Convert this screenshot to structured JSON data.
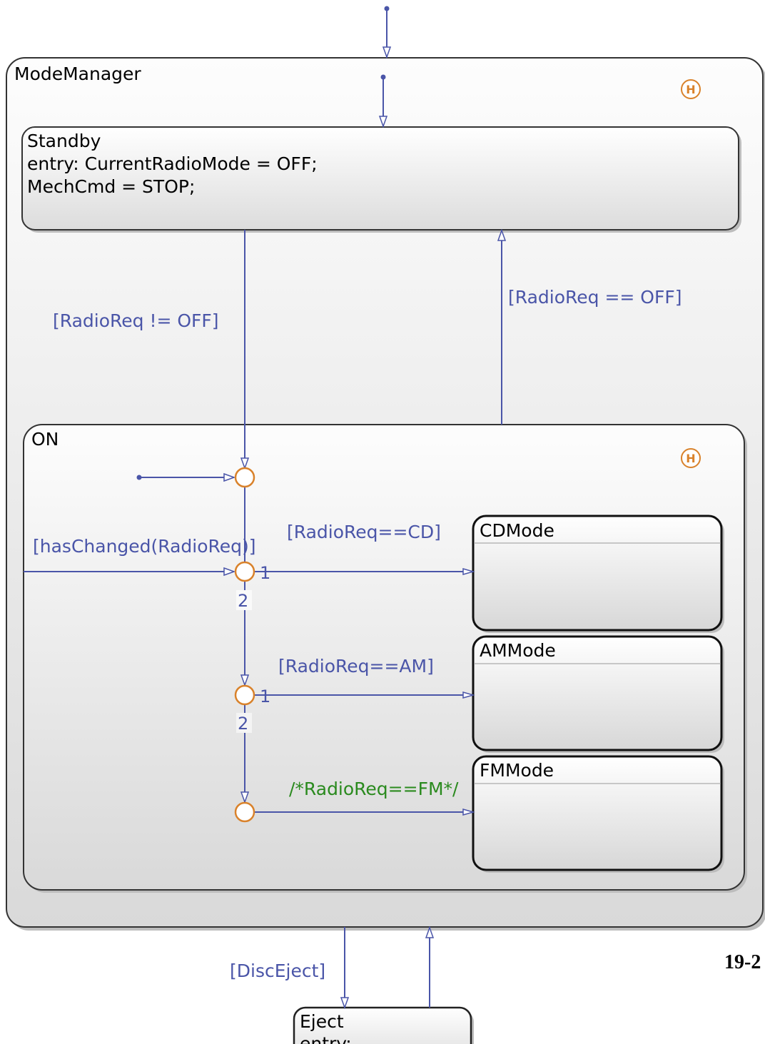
{
  "states": {
    "mode_manager": {
      "name": "ModeManager"
    },
    "standby": {
      "name": "Standby",
      "entry_line": "entry: CurrentRadioMode = OFF;",
      "action_line": "MechCmd = STOP;"
    },
    "on": {
      "name": "ON"
    },
    "cd_mode": {
      "name": "CDMode"
    },
    "am_mode": {
      "name": "AMMode"
    },
    "fm_mode": {
      "name": "FMMode"
    },
    "eject": {
      "name": "Eject",
      "entry_line": "entry:"
    }
  },
  "transitions": {
    "standby_to_on": "[RadioReq != OFF]",
    "on_to_standby": "[RadioReq == OFF]",
    "has_changed": "[hasChanged(RadioReq)]",
    "to_cd": "[RadioReq==CD]",
    "to_am": "[RadioReq==AM]",
    "to_fm": "/*RadioReq==FM*/",
    "disc_eject": "[DiscEject]"
  },
  "orders": {
    "j2_first": "1",
    "j2_second": "2",
    "j3_first": "1",
    "j3_second": "2"
  },
  "history": {
    "symbol": "H"
  },
  "page": {
    "number": "19-2"
  },
  "colors": {
    "transition": "#4a55a8",
    "junction": "#d9822b",
    "comment": "#2a8a1e",
    "state_border": "#222222"
  }
}
